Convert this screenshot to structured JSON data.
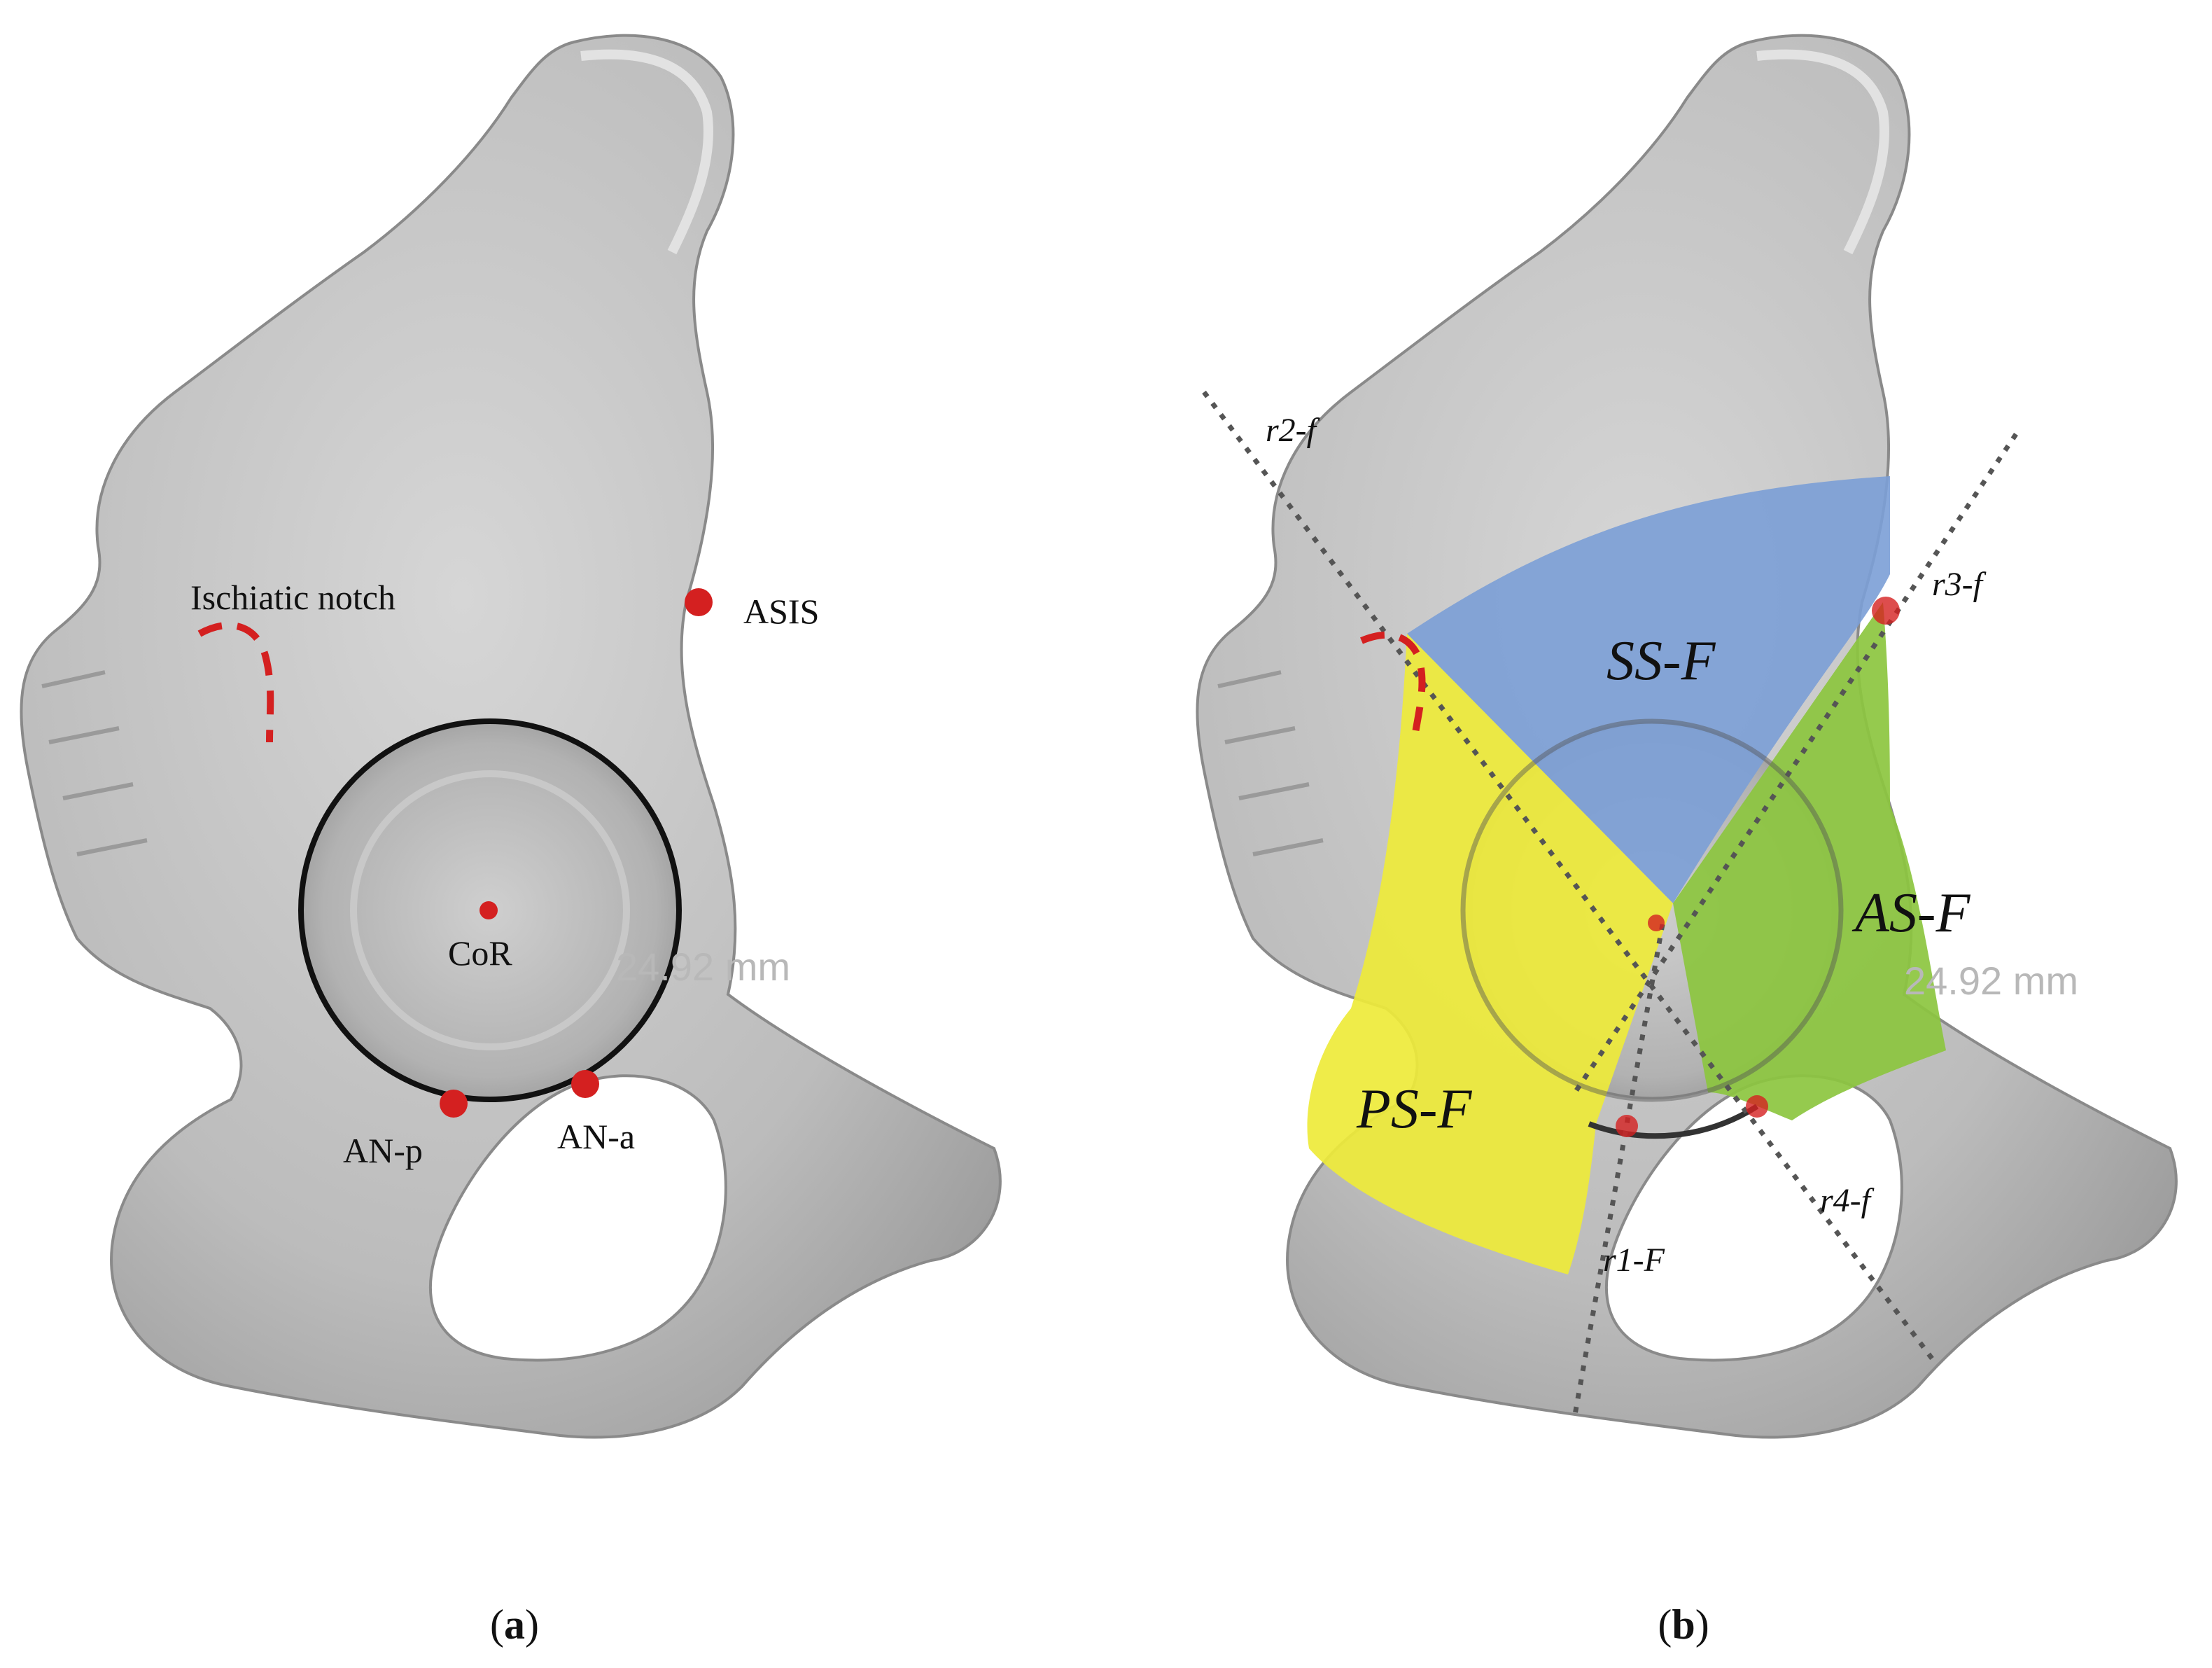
{
  "panel_a": {
    "caption_open": "(",
    "caption_letter": "a",
    "caption_close": ")",
    "labels": {
      "ischiatic_notch": "Ischiatic notch",
      "asis": "ASIS",
      "cor": "CoR",
      "an_p": "AN-p",
      "an_a": "AN-a",
      "measurement": "24.92 mm"
    }
  },
  "panel_b": {
    "caption_open": "(",
    "caption_letter": "b",
    "caption_close": ")",
    "regions": {
      "ss": "SS-F",
      "as": "AS-F",
      "ps": "PS-F"
    },
    "lines": {
      "r1": "r1-F",
      "r2": "r2-f",
      "r3": "r3-f",
      "r4": "r4-f"
    },
    "measurement": "24.92 mm"
  },
  "colors": {
    "bone": "#bdbdbd",
    "landmark": "#d42020",
    "ss_region": "#7b9ed6",
    "as_region": "#8cc63f",
    "ps_region": "#eeea3a"
  }
}
